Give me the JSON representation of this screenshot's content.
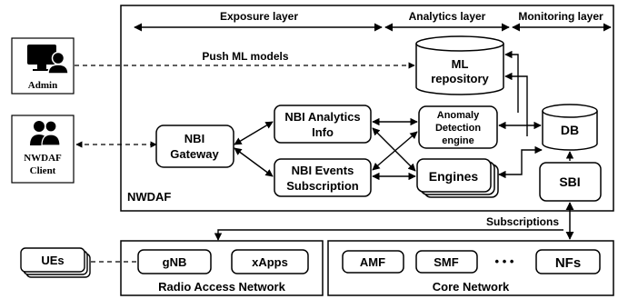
{
  "layers": {
    "exposure": "Exposure layer",
    "analytics": "Analytics layer",
    "monitoring": "Monitoring layer"
  },
  "actors": {
    "admin": "Admin",
    "client_line1": "NWDAF",
    "client_line2": "Client"
  },
  "nwdaf": {
    "label": "NWDAF",
    "push_label": "Push ML models",
    "ml_repo_line1": "ML",
    "ml_repo_line2": "repository",
    "db": "DB",
    "gateway_line1": "NBI",
    "gateway_line2": "Gateway",
    "analytics_line1": "NBI Analytics",
    "analytics_line2": "Info",
    "events_line1": "NBI Events",
    "events_line2": "Subscription",
    "anomaly_line1": "Anomaly",
    "anomaly_line2": "Detection",
    "anomaly_line3": "engine",
    "engines": "Engines",
    "sbi": "SBI"
  },
  "subscriptions": "Subscriptions",
  "ran": {
    "title": "Radio Access Network",
    "gnb": "gNB",
    "xapps": "xApps"
  },
  "core": {
    "title": "Core Network",
    "amf": "AMF",
    "smf": "SMF",
    "ellipsis": "• • •",
    "nfs": "NFs"
  },
  "ues": "UEs",
  "colors": {
    "stroke": "#000000",
    "background": "#ffffff"
  },
  "icons": {
    "admin": "admin-user-monitor-icon",
    "client": "user-group-icon"
  }
}
